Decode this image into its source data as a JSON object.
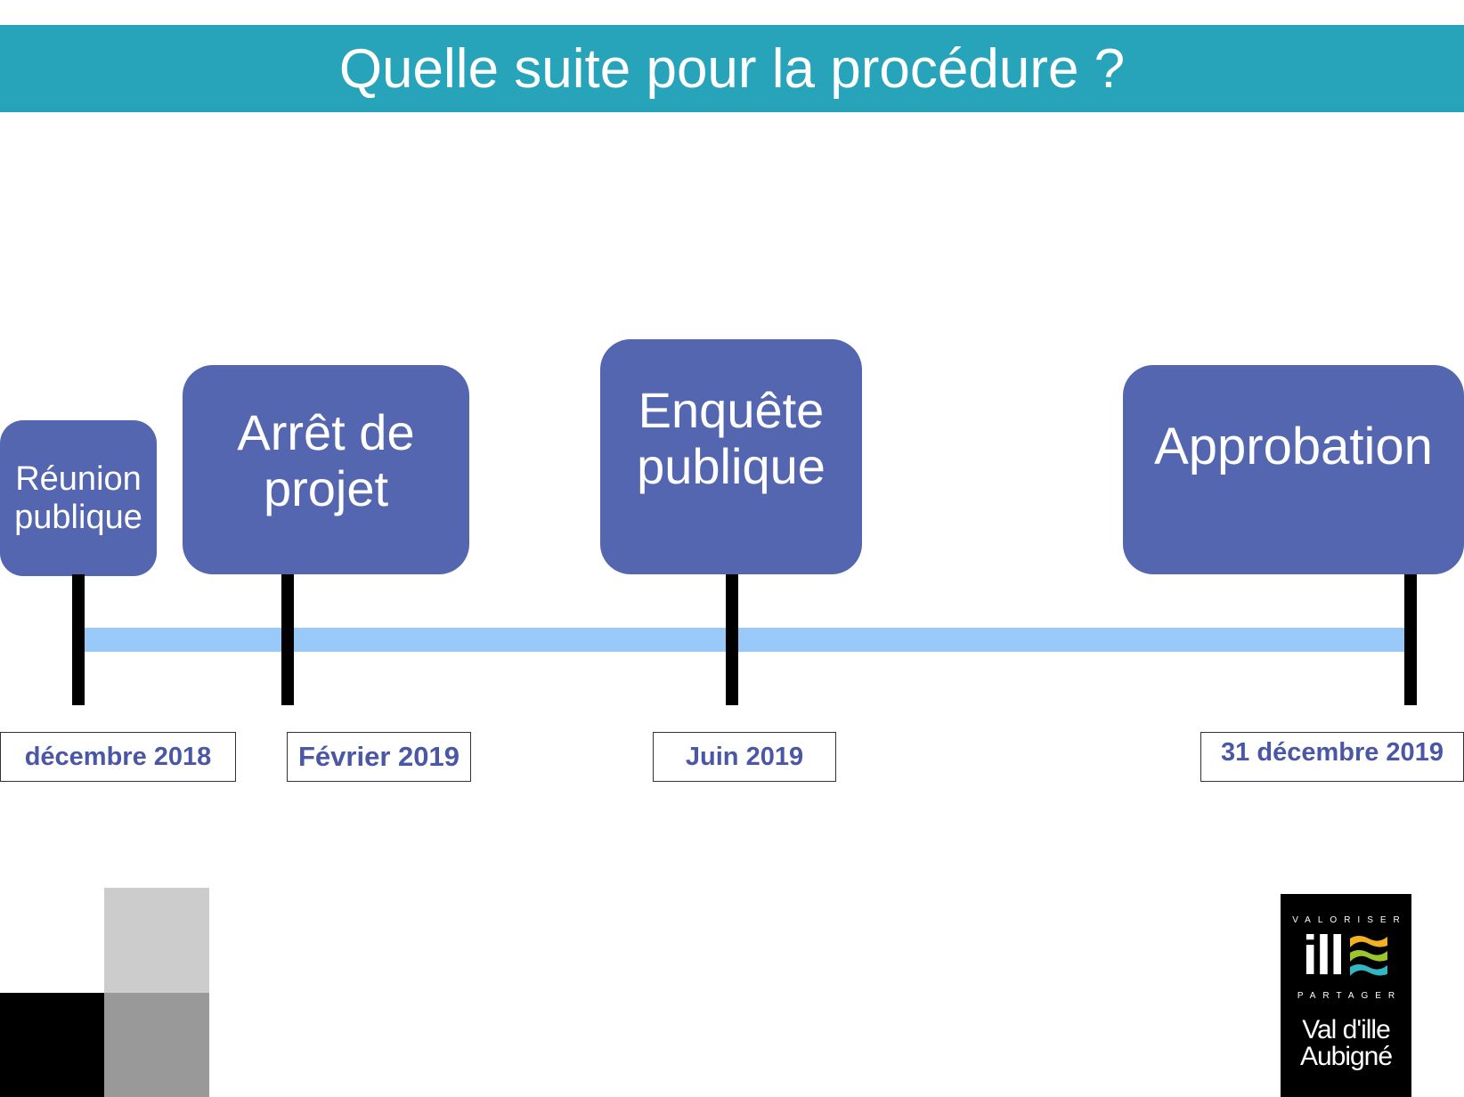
{
  "title": "Quelle suite pour la procédure ?",
  "milestones": [
    {
      "label_line1": "Réunion",
      "label_line2": "publique",
      "date": "décembre 2018"
    },
    {
      "label_line1": "Arrêt de",
      "label_line2": "projet",
      "date": "Février 2019"
    },
    {
      "label_line1": "Enquête",
      "label_line2": "publique",
      "date": "Juin 2019"
    },
    {
      "label_line1": "Approbation",
      "label_line2": "",
      "date": "31 décembre 2019"
    }
  ],
  "logo": {
    "top": "VALORISER",
    "mark": "ill",
    "middle": "PARTAGER",
    "name_line1": "Val d'ille",
    "name_line2": "Aubigné"
  },
  "colors": {
    "header": "#27a3ba",
    "box": "#5566b0",
    "timeline": "#99c9f9",
    "date_text": "#4a56a6"
  }
}
